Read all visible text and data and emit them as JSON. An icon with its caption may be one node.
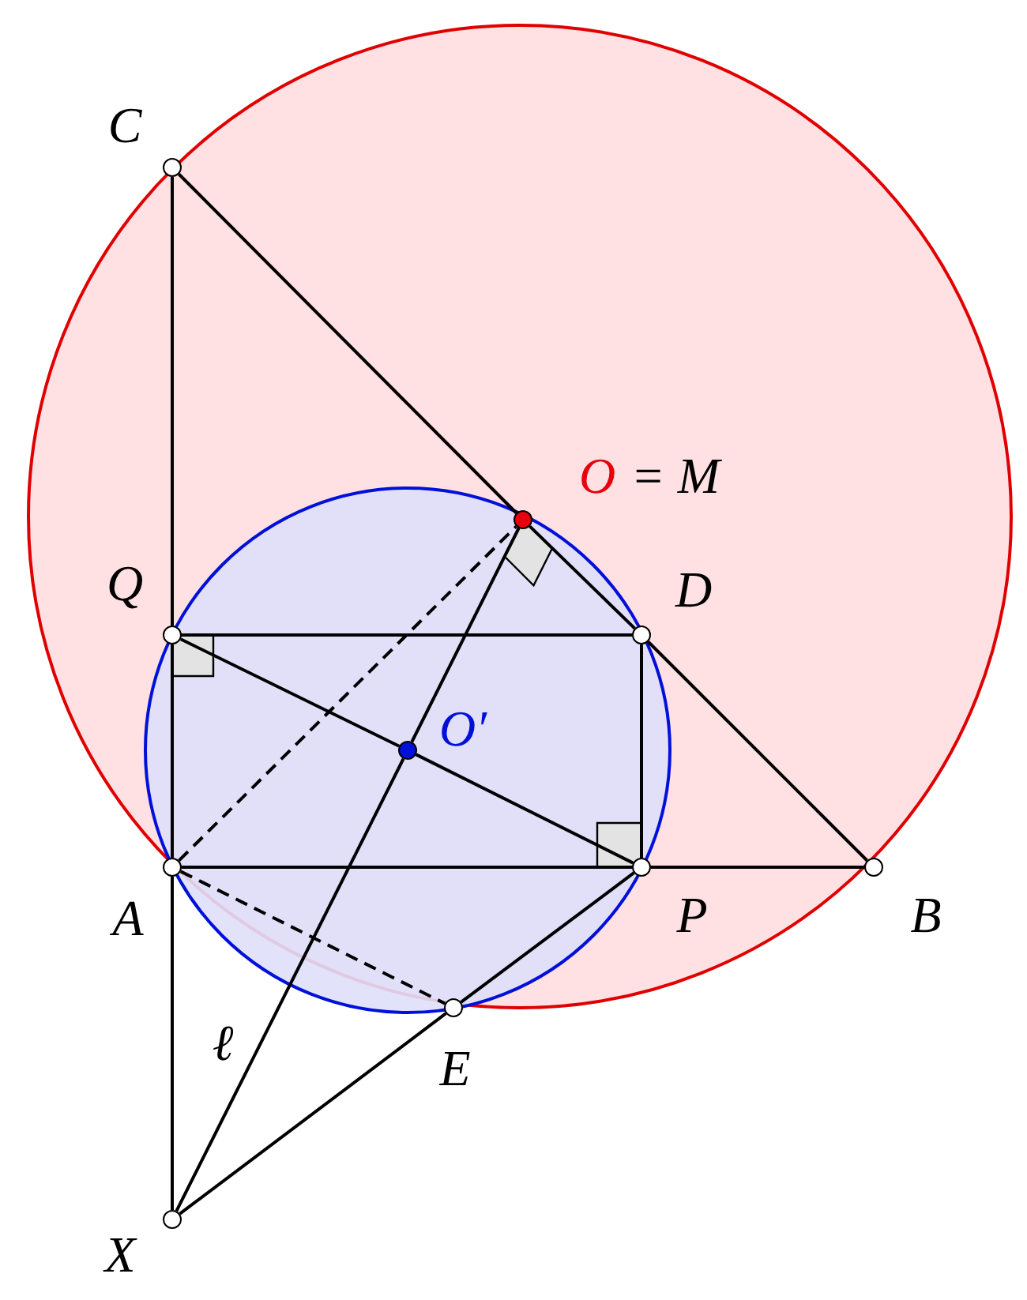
{
  "diagram": {
    "nodes": [
      {
        "text": [
          "C"
        ]
      },
      {
        "text": [
          "O",
          "= M"
        ]
      },
      {
        "text": [
          "Q"
        ]
      },
      {
        "text": [
          "D"
        ]
      },
      {
        "text": [
          "O′"
        ]
      },
      {
        "text": [
          "A"
        ]
      },
      {
        "text": [
          "P"
        ]
      },
      {
        "text": [
          "B"
        ]
      },
      {
        "text": [
          "E"
        ]
      },
      {
        "text": [
          "X"
        ]
      }
    ],
    "edges": [
      {
        "from": 0,
        "to": 2,
        "arrow": "none"
      },
      {
        "from": 2,
        "to": 5,
        "arrow": "none"
      },
      {
        "from": 5,
        "to": 9,
        "arrow": "none"
      },
      {
        "from": 0,
        "to": 1,
        "arrow": "none"
      },
      {
        "from": 1,
        "to": 3,
        "arrow": "none"
      },
      {
        "from": 3,
        "to": 7,
        "arrow": "none"
      },
      {
        "from": 2,
        "to": 3,
        "arrow": "none"
      },
      {
        "from": 3,
        "to": 6,
        "arrow": "none"
      },
      {
        "from": 5,
        "to": 6,
        "arrow": "none"
      },
      {
        "from": 6,
        "to": 7,
        "arrow": "none"
      },
      {
        "from": 2,
        "to": 4,
        "arrow": "none"
      },
      {
        "from": 4,
        "to": 6,
        "arrow": "none"
      },
      {
        "from": 9,
        "to": 4,
        "arrow": "none",
        "label": "ℓ"
      },
      {
        "from": 4,
        "to": 1,
        "arrow": "none"
      },
      {
        "from": 5,
        "to": 1,
        "arrow": "none",
        "style": "dashed"
      },
      {
        "from": 5,
        "to": 8,
        "arrow": "none",
        "style": "dashed"
      },
      {
        "from": 9,
        "to": 8,
        "arrow": "none"
      },
      {
        "from": 8,
        "to": 6,
        "arrow": "none"
      }
    ]
  }
}
